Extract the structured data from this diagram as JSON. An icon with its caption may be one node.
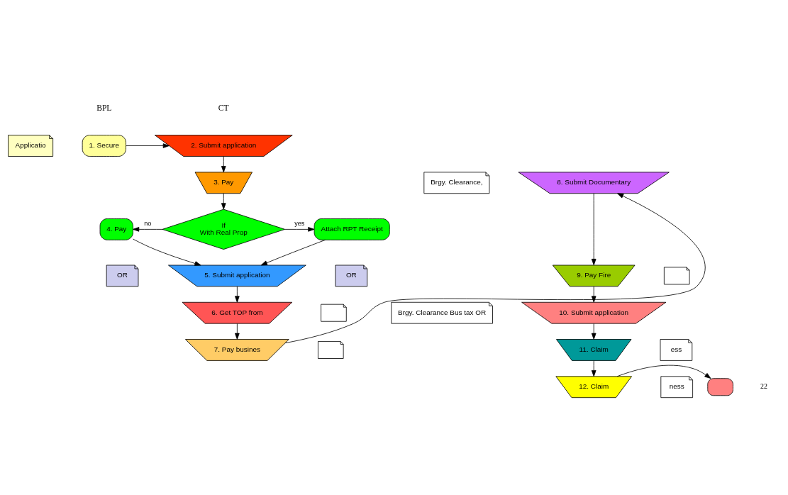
{
  "diagram": {
    "nodes": [
      {
        "text": [
          "Applicatio"
        ]
      },
      {
        "text": [
          "1. Secure"
        ]
      },
      {
        "text": [
          "2. Submit application"
        ]
      },
      {
        "text": [
          "8. Submit Documentary"
        ]
      },
      {
        "text": [
          "Brgy. Clearance,"
        ]
      },
      {
        "text": [
          "3. Pay"
        ]
      },
      {
        "text": [
          "9. Pay Fire"
        ]
      },
      {
        "text": [],
        "shape": "document"
      },
      {
        "text": [
          "4. Pay"
        ]
      },
      {
        "text": [
          "If",
          "With Real Prop"
        ]
      },
      {
        "text": [
          "Attach RPT Receipt"
        ]
      },
      {
        "text": [
          "OR"
        ]
      },
      {
        "text": [
          "OR"
        ]
      },
      {
        "text": [
          "5. Submit application"
        ]
      },
      {
        "text": [
          "10. Submit application"
        ]
      },
      {
        "text": [
          "Brgy. Clearance Bus tax OR"
        ]
      },
      {
        "text": [
          "6. Get TOP from"
        ]
      },
      {
        "text": [],
        "shape": "document"
      },
      {
        "text": [
          "11. Claim"
        ]
      },
      {
        "text": [
          "ess"
        ]
      },
      {
        "text": [
          "7. Pay busines"
        ]
      },
      {
        "text": [],
        "shape": "document"
      },
      {
        "text": [
          "12. Claim"
        ]
      },
      {
        "text": [
          "ness"
        ]
      },
      {
        "text": [],
        "shape": "box"
      }
    ],
    "edges": [
      {
        "from": 1,
        "to": 2,
        "arrow": "to"
      },
      {
        "from": 2,
        "to": 5,
        "arrow": "to"
      },
      {
        "from": 5,
        "to": 9,
        "arrow": "to"
      },
      {
        "from": 9,
        "to": 8,
        "arrow": "to",
        "label": "no"
      },
      {
        "from": 9,
        "to": 10,
        "arrow": "to",
        "label": "yes"
      },
      {
        "from": 8,
        "to": 13,
        "arrow": "to"
      },
      {
        "from": 10,
        "to": 13,
        "arrow": "to"
      },
      {
        "from": 13,
        "to": 16,
        "arrow": "to"
      },
      {
        "from": 16,
        "to": 20,
        "arrow": "to"
      },
      {
        "from": 20,
        "to": 3,
        "arrow": "to"
      },
      {
        "from": 3,
        "to": 6,
        "arrow": "to"
      },
      {
        "from": 6,
        "to": 14,
        "arrow": "to"
      },
      {
        "from": 14,
        "to": 18,
        "arrow": "to"
      },
      {
        "from": 18,
        "to": 22,
        "arrow": "to"
      },
      {
        "from": 22,
        "to": 24,
        "arrow": "to"
      }
    ],
    "labels": [
      "BPL",
      "CT",
      "22"
    ]
  }
}
